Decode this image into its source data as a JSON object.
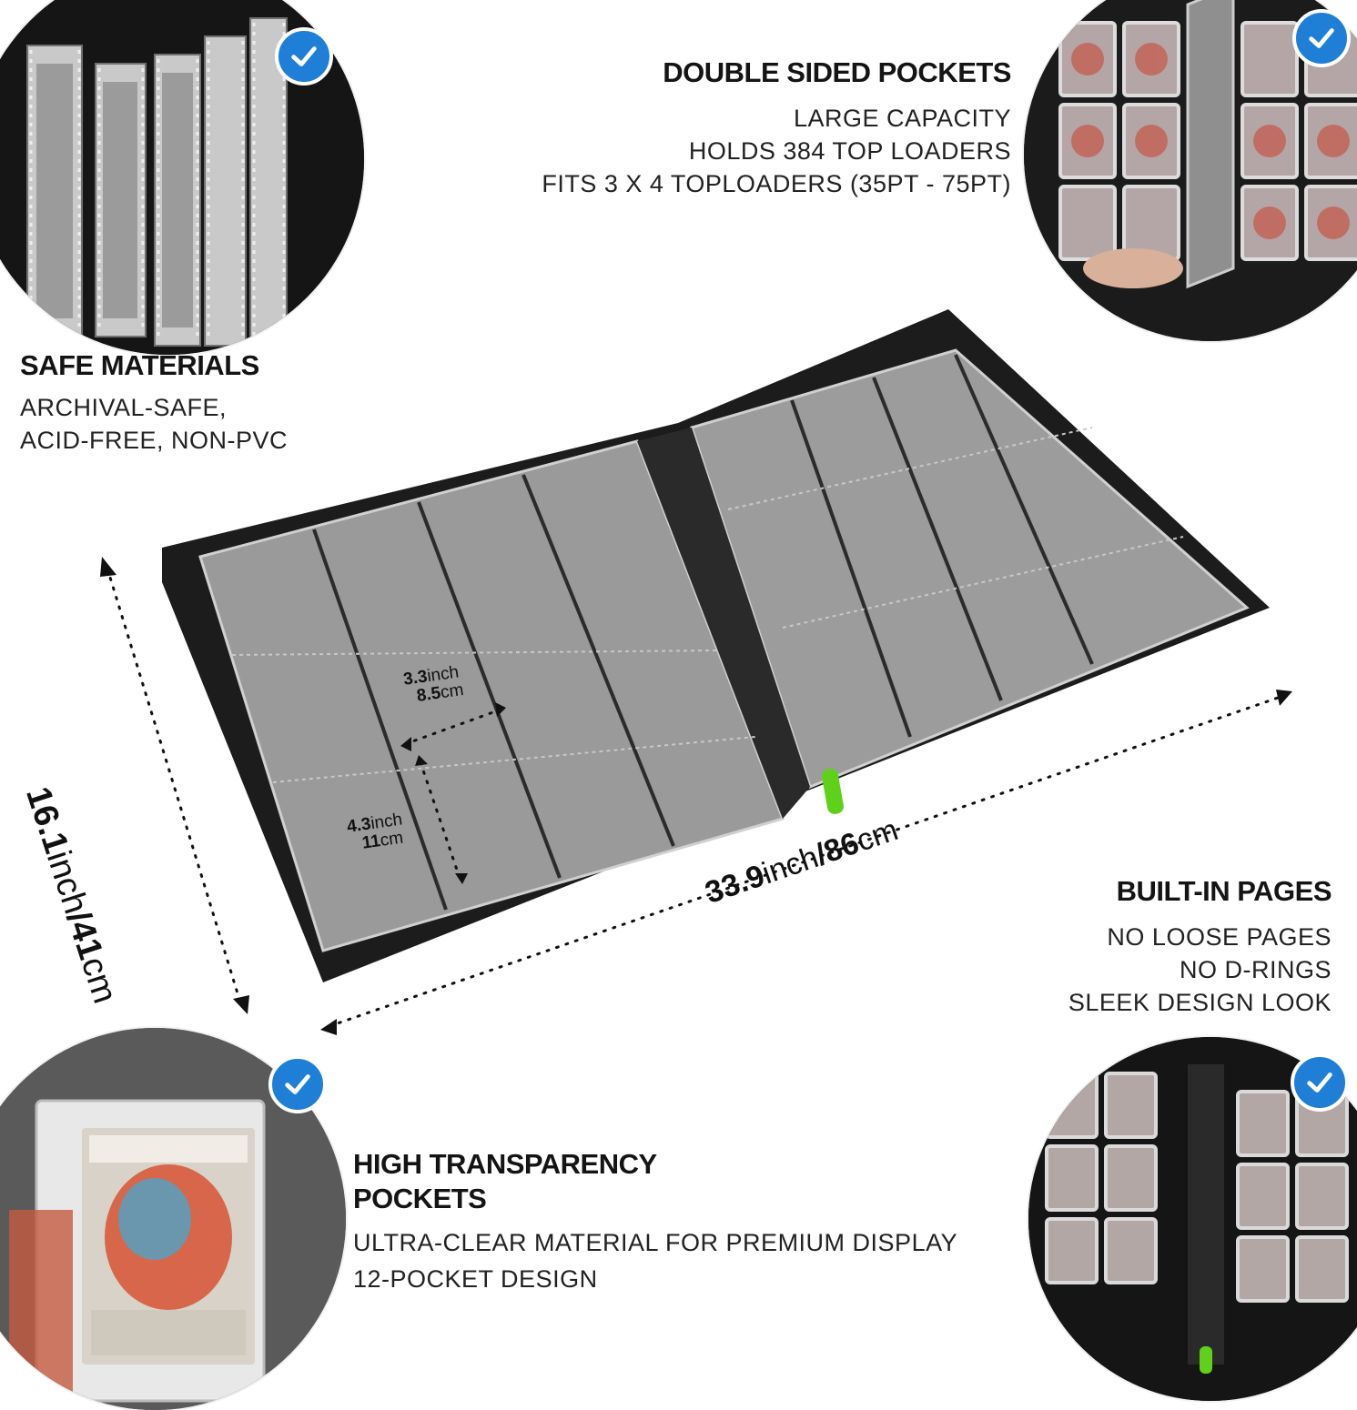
{
  "features": {
    "double_sided": {
      "title": "DOUBLE SIDED POCKETS",
      "lines": [
        "LARGE CAPACITY",
        "HOLDS 384 TOP LOADERS",
        "FITS 3 X 4 TOPLOADERS (35PT - 75PT)"
      ]
    },
    "safe_materials": {
      "title": "SAFE MATERIALS",
      "lines": [
        "ARCHIVAL-SAFE,",
        "ACID-FREE, NON-PVC"
      ]
    },
    "built_in_pages": {
      "title": "BUILT-IN PAGES",
      "lines": [
        "NO LOOSE PAGES",
        "NO D-RINGS",
        "SLEEK DESIGN LOOK"
      ]
    },
    "high_transparency": {
      "title_line1": "HIGH TRANSPARENCY",
      "title_line2": "POCKETS",
      "lines": [
        "ULTRA-CLEAR MATERIAL FOR PREMIUM DISPLAY",
        "12-POCKET DESIGN"
      ]
    }
  },
  "dimensions": {
    "height": {
      "value": "16.1",
      "unit": "inch",
      "sep": "/",
      "metric_value": "41",
      "metric_unit": "cm"
    },
    "width": {
      "value": "33.9",
      "unit": "inch",
      "sep": "/",
      "metric_value": "86",
      "metric_unit": "cm"
    },
    "pocket_width": {
      "value": "3.3",
      "unit": "inch",
      "metric_value": "8.5",
      "metric_unit": "cm"
    },
    "pocket_height": {
      "value": "4.3",
      "unit": "inch",
      "metric_value": "11",
      "metric_unit": "cm"
    }
  },
  "colors": {
    "check_badge": "#1f7fd6",
    "binder_shell": "#1c1c1c",
    "pocket_page": "#9a9a9a",
    "zipper_pull": "#5fd11a"
  }
}
